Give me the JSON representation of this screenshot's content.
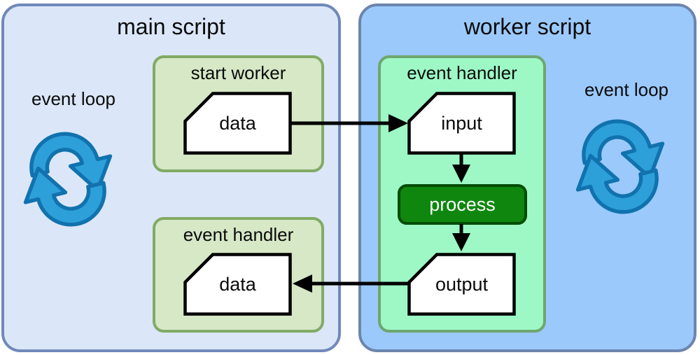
{
  "diagram": {
    "main": {
      "title": "main script",
      "event_loop_label": "event loop",
      "start_worker": {
        "label": "start worker",
        "data_label": "data"
      },
      "event_handler": {
        "label": "event handler",
        "data_label": "data"
      }
    },
    "worker": {
      "title": "worker script",
      "event_loop_label": "event loop",
      "event_handler": {
        "label": "event handler",
        "input_label": "input",
        "process_label": "process",
        "output_label": "output"
      }
    },
    "edges": [
      {
        "from": "main.start_worker.data",
        "to": "worker.event_handler.input"
      },
      {
        "from": "worker.event_handler.input",
        "to": "worker.event_handler.process"
      },
      {
        "from": "worker.event_handler.process",
        "to": "worker.event_handler.output"
      },
      {
        "from": "worker.event_handler.output",
        "to": "main.event_handler.data"
      }
    ],
    "colors": {
      "main_panel_fill": "#dbe7f8",
      "main_panel_border": "#7189ba",
      "worker_panel_fill": "#9bc9fb",
      "worker_panel_border": "#6d85ad",
      "main_group_fill": "#d6e8c6",
      "main_group_border": "#82aa64",
      "worker_group_fill": "#9df8c6",
      "worker_group_border": "#6fa66f",
      "process_fill": "#0f870f",
      "process_border": "#054d05",
      "process_text": "#ffffff",
      "doc_shape_fill": "#ffffff",
      "doc_shape_border": "#000000",
      "arrow": "#000000",
      "event_loop_icon_fill": "#2d9fd9",
      "event_loop_icon_stroke": "#1172ad",
      "text": "#0a0a0a"
    }
  }
}
